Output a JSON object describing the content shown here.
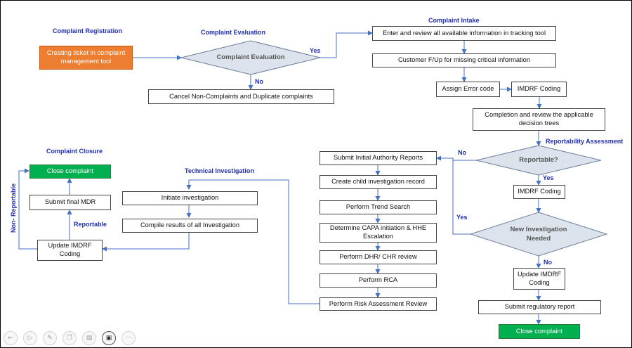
{
  "headers": {
    "registration": "Complaint Registration",
    "evaluation": "Complaint Evaluation",
    "intake": "Complaint Intake",
    "reportability": "Reportability Assessment",
    "closure": "Complaint Closure",
    "technical": "Technical Investigation"
  },
  "boxes": {
    "creating_ticket": "Creating ticket in complaint management tool",
    "cancel_non_complaints": "Cancel Non-Complaints and Duplicate complaints",
    "enter_review": "Enter and review all available information in tracking tool",
    "customer_fup": "Customer F/Up for missing critical information",
    "assign_error": "Assign Error code",
    "imdrf_coding_1": "IMDRF Coding",
    "completion_review": "Completion and review the applicable decision trees",
    "imdrf_coding_2": "IMDRF Coding",
    "update_imdrf_right": "Update IMDRF Coding",
    "submit_regulatory": "Submit regulatory report",
    "close_complaint_right": "Close complaint",
    "submit_initial": "Submit Initial Authority Reports",
    "create_child": "Create child investigation record",
    "trend_search": "Perform Trend Search",
    "capa": "Determine CAPA initiation & HHE Escalation",
    "dhr_chr": "Perform DHR/ CHR review",
    "rca": "Perform RCA",
    "risk_assessment": "Perform Risk Assessment Review",
    "initiate_investigation": "Initiate investigation",
    "compile_results": "Compile results of all Investigation",
    "close_complaint_left": "Close complaint",
    "submit_final_mdr": "Submit final MDR",
    "update_imdrf_left": "Update IMDRF Coding"
  },
  "decisions": {
    "complaint_evaluation": "Complaint Evaluation",
    "reportable": "Reportable?",
    "new_investigation": "New Investigation Needed"
  },
  "labels": {
    "yes_eval": "Yes",
    "no_eval": "No",
    "no_reportable": "No",
    "yes_reportable": "Yes",
    "yes_new_inv": "Yes",
    "no_new_inv": "No",
    "reportable_closure": "Reportable",
    "non_reportable": "Non- Reportable"
  },
  "toolbar": {
    "icons": [
      "back-icon",
      "play-icon",
      "pen-icon",
      "copy-icon",
      "subtitle-icon",
      "camera-icon",
      "more-icon"
    ]
  },
  "colors": {
    "accent_text": "#1F2DB5",
    "connector": "#4472C4",
    "orange": "#ED7D31",
    "green": "#00B050",
    "diamond_fill": "#DCE3EC"
  }
}
